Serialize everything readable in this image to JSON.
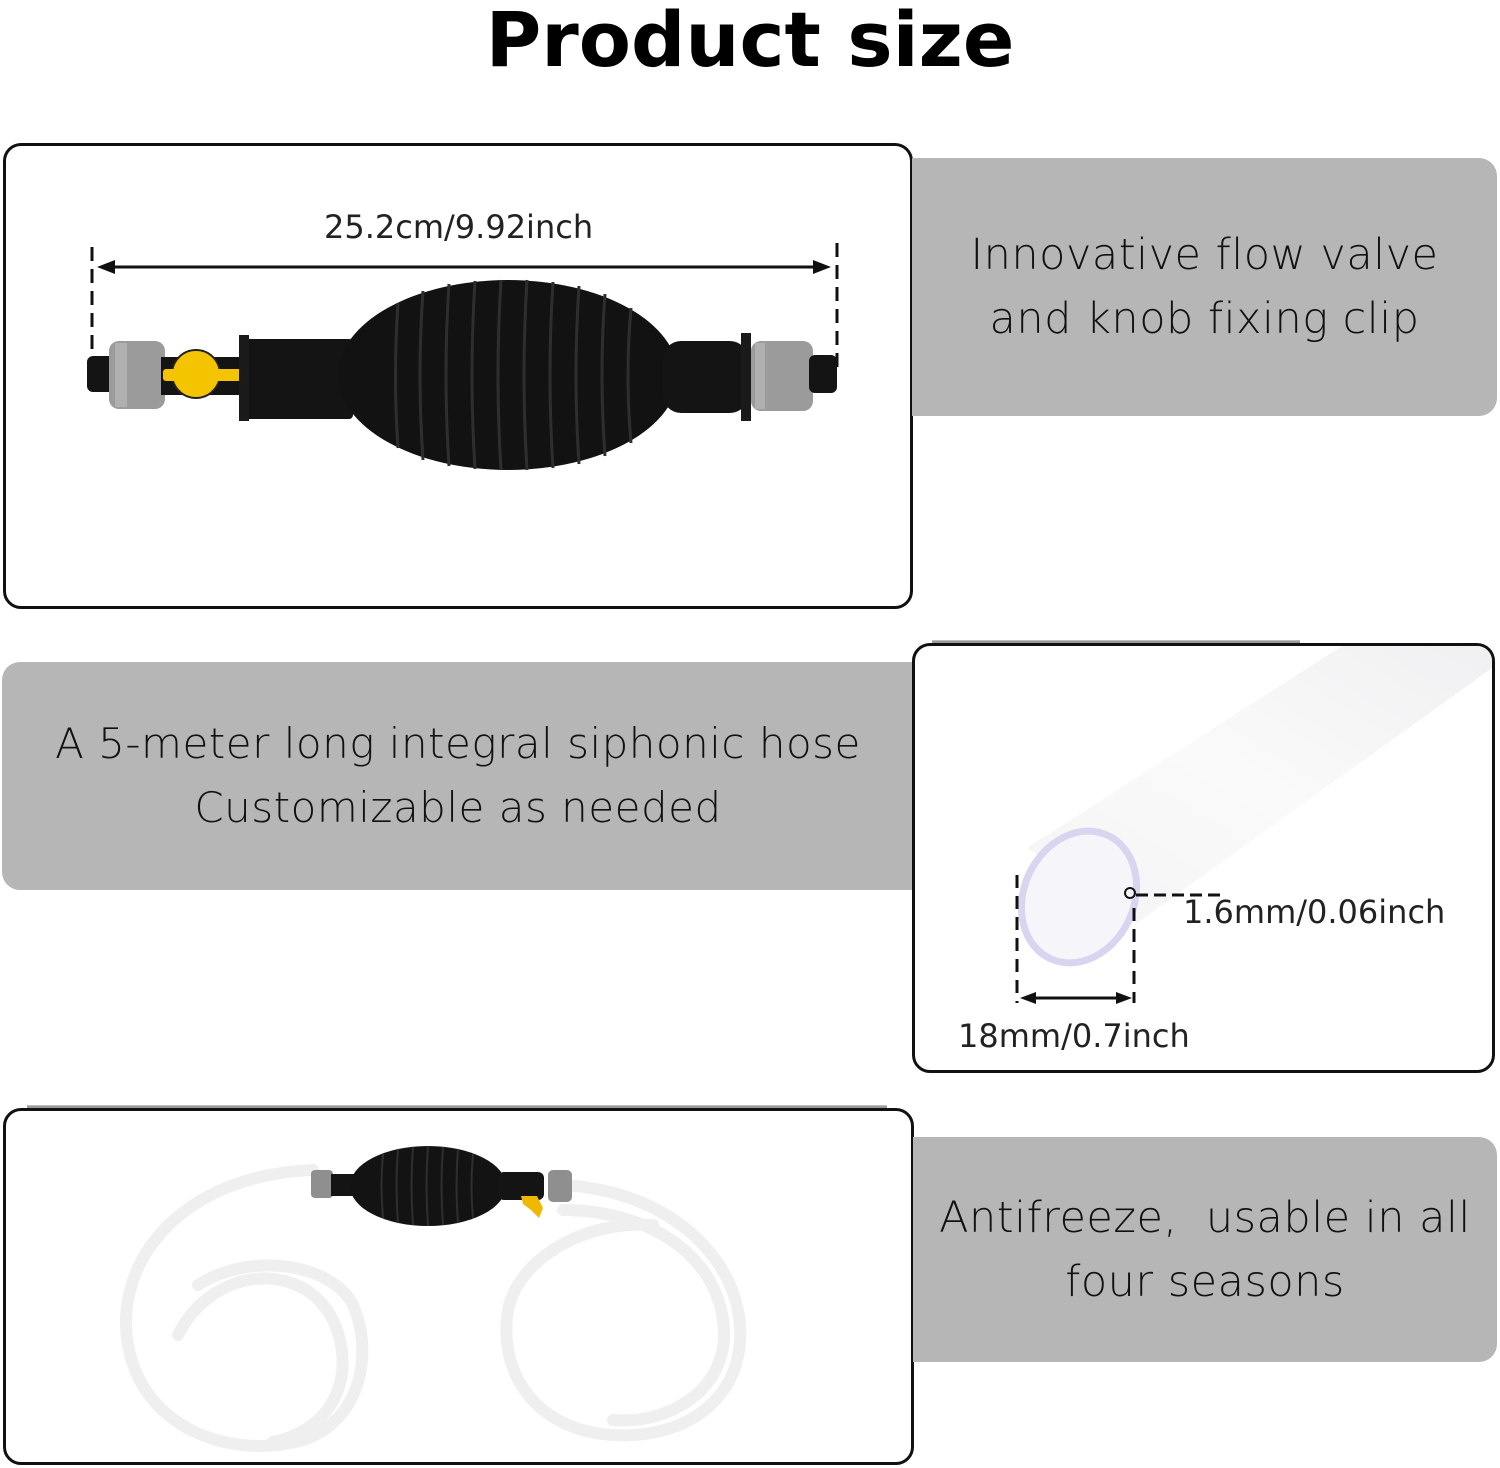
{
  "page": {
    "title": "Product size"
  },
  "panels": [
    {
      "id": "pump",
      "image_alt": "Black primer bulb siphon pump with yellow flow valve and gray connectors",
      "dimension": "25.2cm/9.92inch"
    },
    {
      "id": "feature-valve",
      "lines": [
        "Innovative flow valve",
        "and knob fixing clip"
      ]
    },
    {
      "id": "feature-hose",
      "lines": [
        "A 5-meter long integral siphonic hose",
        "Customizable as needed"
      ]
    },
    {
      "id": "hose-cross-section",
      "image_alt": "Clear PVC hose end showing wall thickness",
      "wall_thickness": "1.6mm/0.06inch",
      "diameter": "18mm/0.7inch"
    },
    {
      "id": "full-set",
      "image_alt": "Pump bulb attached to coiled clear siphon hoses"
    },
    {
      "id": "feature-antifreeze",
      "lines": [
        "Antifreeze,  usable in all",
        "four seasons"
      ]
    }
  ],
  "colors": {
    "panel_gray": "#b6b6b6",
    "frame_border": "#111111",
    "valve_yellow": "#f5c400",
    "connector_gray": "#9a9a9a",
    "bulb_black": "#111111"
  }
}
